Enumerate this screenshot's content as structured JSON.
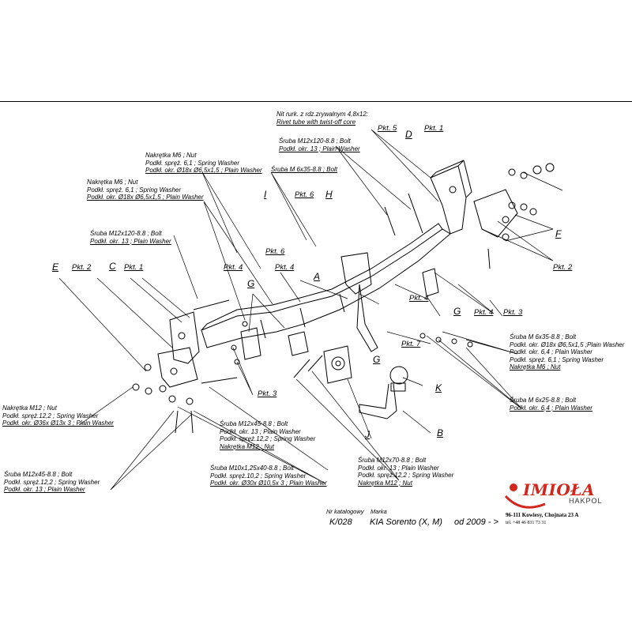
{
  "notes": [
    {
      "id": "rivet",
      "lines": [
        "Nit rurk. z rdz.zrywalnym 4,8x12:",
        "Rivet tube with twist-off core"
      ]
    },
    {
      "id": "bolt-d",
      "lines": [
        "Śruba M12x120-8.8 ;  Bolt",
        "Podkł. okr. 13 ; Plain Washer"
      ]
    },
    {
      "id": "bolt-small",
      "lines": [
        "Śruba M 6x35-8.8 ;  Bolt"
      ]
    },
    {
      "id": "nut-m6-top",
      "lines": [
        "Nakrętka  M6 ; Nut",
        "Podkł. spręż. 6,1 ; Spring Washer",
        "Podkł. okr.  Ø18x Ø6,5x1,5 ; Plain Washer"
      ]
    },
    {
      "id": "nut-m6-left",
      "lines": [
        "Nakrętka  M6 ; Nut",
        "Podkł. spręż. 6,1 ; Spring Washer",
        "Podkł. okr.  Ø18x Ø6,5x1,5 ; Plain Washer"
      ]
    },
    {
      "id": "bolt-c",
      "lines": [
        "Śruba M12x120-8.8 ;  Bolt",
        "Podkł. okr. 13 ; Plain Washer"
      ]
    },
    {
      "id": "bolt-right",
      "lines": [
        "Śruba M 6x35-8.8 ;  Bolt",
        "Podkł. okr.  Ø18x Ø6,5x1,5 ;Plain Washer",
        "Podkł. okr. 6,4 ; Plain Washer",
        "Podkł. spręż. 6,1 ; Spring Washer",
        "Nakrętka  M6 ; Nut"
      ]
    },
    {
      "id": "bolt-right2",
      "lines": [
        "Śruba M 6x25-8.8 ;  Bolt",
        "Podkł. okr. 6,4 ; Plain Washer"
      ]
    },
    {
      "id": "nut-m12",
      "lines": [
        "Nakrętka  M12 ; Nut",
        "Podkł. spręż.12,2 ; Spring Washer",
        "Podkł. okr.  Ø36x Ø13x 3 ; Plain Washer"
      ]
    },
    {
      "id": "bolt-m12x45-mid",
      "lines": [
        "Śruba M12x45-8.8 ;  Bolt",
        "Podkł. okr. 13 ; Plain Washer",
        "Podkł. spręż.12,2 ; Spring Washer",
        "Nakrętka  M12 ; Nut"
      ]
    },
    {
      "id": "bolt-m12x45-left",
      "lines": [
        "Śruba M12x45-8.8 ;  Bolt",
        "Podkł. spręż.12,2 ; Spring Washer",
        "Podkł. okr. 13 ; Plain Washer"
      ]
    },
    {
      "id": "bolt-m10",
      "lines": [
        "Śruba M10x1,25x40-8.8 ;  Bolt",
        "Podkł. spręż.10,2 ; Spring Washer",
        "Podkł. okr.  Ø30x Ø10,5x 3 ; Plain Washer"
      ]
    },
    {
      "id": "bolt-m12x70",
      "lines": [
        "Śruba M12x70-8.8 ;  Bolt",
        "Podkł. okr. 13 ; Plain Washer",
        "Podkł. spręż.12,2 ; Spring Washer",
        "Nakrętka  M12 ; Nut"
      ]
    }
  ],
  "letters": [
    "A",
    "B",
    "C",
    "D",
    "E",
    "F",
    "G",
    "G",
    "G",
    "H",
    "I",
    "J",
    "K"
  ],
  "pkt_labels": [
    "Pkt. 5",
    "Pkt. 1",
    "Pkt. 6",
    "Pkt. 6",
    "Pkt. 4",
    "Pkt. 4",
    "Pkt. 4",
    "Pkt. 4",
    "Pkt. 3",
    "Pkt. 2",
    "Pkt. 1",
    "Pkt. 2",
    "Pkt. 7",
    "Pkt. 3"
  ],
  "footer": {
    "catalog_label": "Nr katalogowy",
    "catalog_no": "K/028",
    "make_label": "Marka",
    "model": "KIA Sorento (X, M)",
    "date": "od 2009 - >"
  },
  "brand": {
    "name": "IMIOŁA",
    "sub": "HAKPOL",
    "address": "96-111 Kowiesy, Chojnata 23 A",
    "tel": "tel. +48 46 831 73 31",
    "color": "#d3261c"
  }
}
